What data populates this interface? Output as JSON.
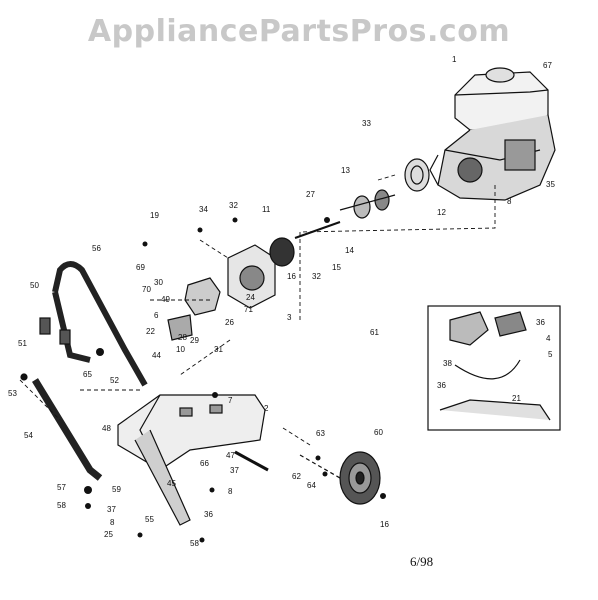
{
  "watermark": "AppliancePartsPros.com",
  "date_code": "6/98",
  "callouts": [
    "1",
    "67",
    "33",
    "35",
    "8",
    "13",
    "12",
    "27",
    "14",
    "15",
    "11",
    "34",
    "32",
    "19",
    "16",
    "56",
    "69",
    "30",
    "70",
    "49",
    "6",
    "24",
    "71",
    "32",
    "3",
    "50",
    "22",
    "44",
    "10",
    "29",
    "28",
    "26",
    "31",
    "51",
    "53",
    "65",
    "52",
    "54",
    "7",
    "2",
    "48",
    "66",
    "47",
    "37",
    "8",
    "45",
    "57",
    "58",
    "59",
    "37",
    "8",
    "25",
    "55",
    "36",
    "58",
    "61",
    "63",
    "60",
    "62",
    "64",
    "16",
    "36",
    "4",
    "5",
    "38",
    "36",
    "21"
  ]
}
